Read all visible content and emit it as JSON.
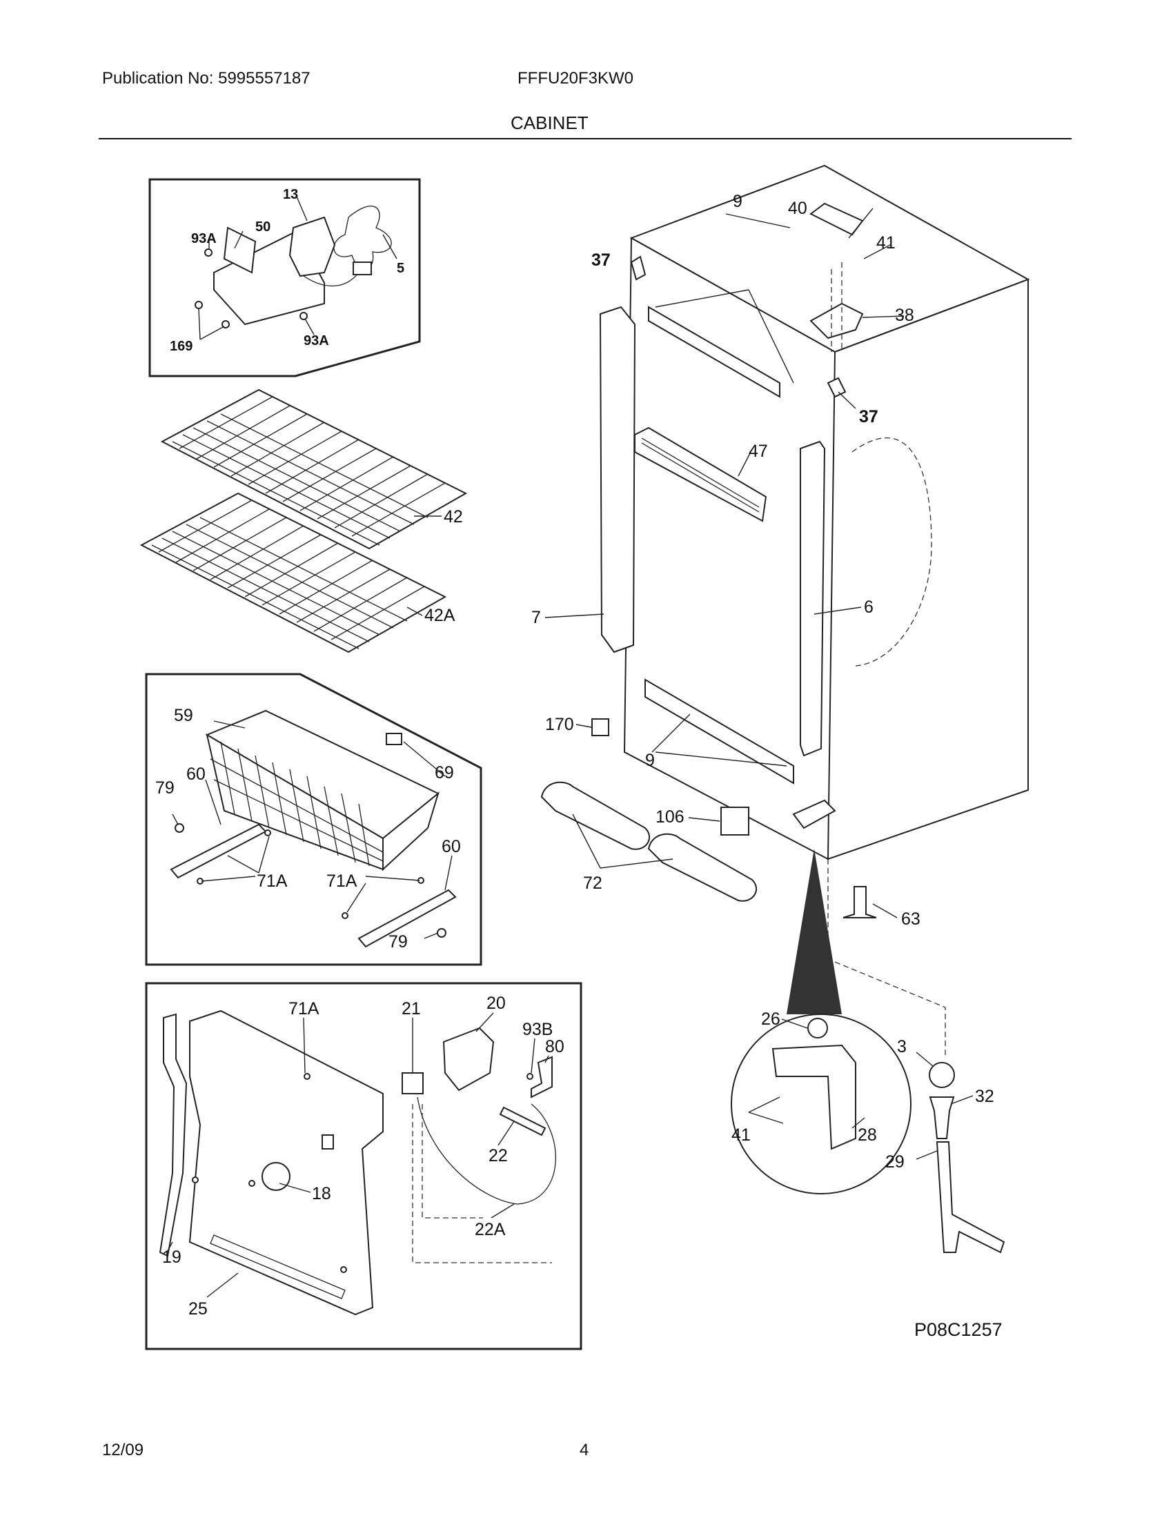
{
  "header": {
    "publication": "Publication No: 5995557187",
    "model": "FFFU20F3KW0",
    "section_title": "CABINET"
  },
  "footer": {
    "date": "12/09",
    "page_number": "4",
    "diagram_code": "P08C1257"
  },
  "callouts": {
    "c13": "13",
    "c93a_top": "93A",
    "c50": "50",
    "c5": "5",
    "c169": "169",
    "c93a_bot": "93A",
    "c42": "42",
    "c42a": "42A",
    "c59": "59",
    "c69": "69",
    "c79_left": "79",
    "c60_left": "60",
    "c71a_left": "71A",
    "c60_right": "60",
    "c71a_right": "71A",
    "c79_bot": "79",
    "c71a_panel": "71A",
    "c21": "21",
    "c20": "20",
    "c93b": "93B",
    "c80": "80",
    "c22": "22",
    "c18": "18",
    "c22a": "22A",
    "c19": "19",
    "c25": "25",
    "c37_top": "37",
    "c9_top": "9",
    "c40": "40",
    "c41_top": "41",
    "c38": "38",
    "c37_mid": "37",
    "c47": "47",
    "c7": "7",
    "c6": "6",
    "c170": "170",
    "c9_bot": "9",
    "c106": "106",
    "c72": "72",
    "c63": "63",
    "c26": "26",
    "c3": "3",
    "c32": "32",
    "c41_bot": "41",
    "c28": "28",
    "c29": "29"
  }
}
